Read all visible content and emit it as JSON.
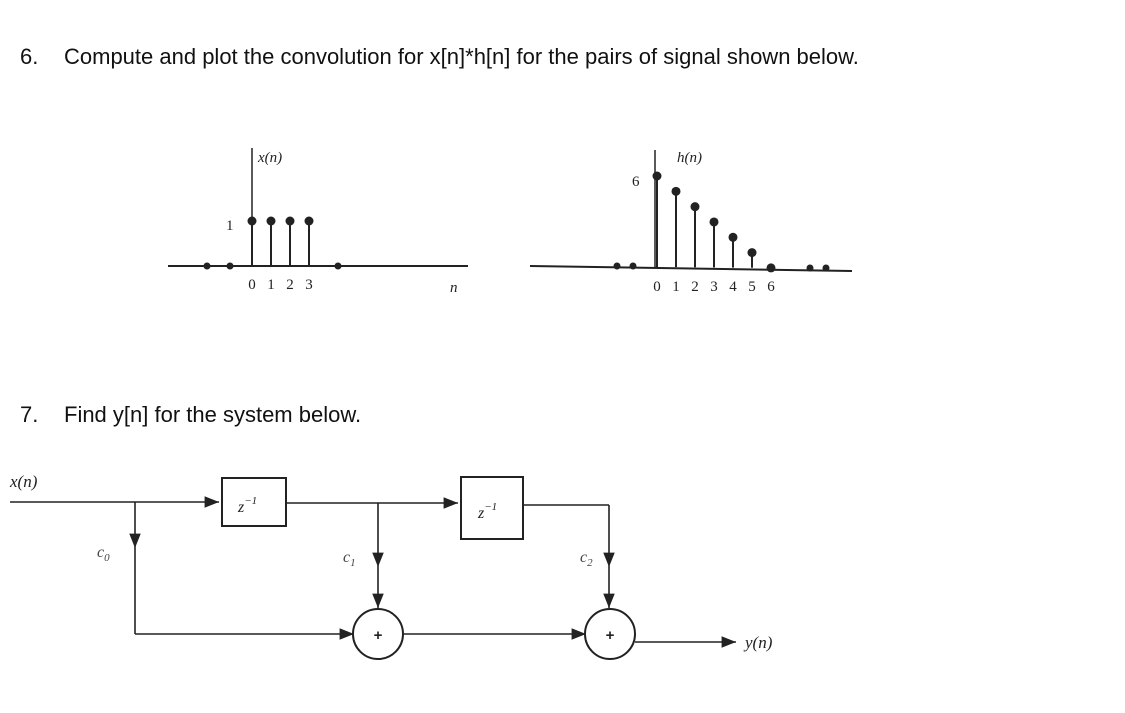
{
  "q6": {
    "number": "6.",
    "text": "Compute and plot the convolution for x[n]*h[n] for the pairs of signal shown below."
  },
  "q7": {
    "number": "7.",
    "text": "Find y[n] for the system below."
  },
  "plot_x": {
    "label": "x(n)",
    "ytick": "1",
    "axis_var": "n",
    "ticks": [
      "0",
      "1",
      "2",
      "3"
    ],
    "values": [
      1,
      1,
      1,
      1
    ]
  },
  "plot_h": {
    "label": "h(n)",
    "ytick": "6",
    "ticks": [
      "0",
      "1",
      "2",
      "3",
      "4",
      "5",
      "6"
    ],
    "values": [
      6,
      5,
      4,
      3,
      2,
      1,
      0
    ]
  },
  "diagram": {
    "input": "x(n)",
    "output": "y(n)",
    "delay1": "z",
    "delay1_exp": "−1",
    "delay2": "z",
    "delay2_exp": "−1",
    "coef0": "c",
    "coef0_sub": "0",
    "coef1": "c",
    "coef1_sub": "1",
    "coef2": "c",
    "coef2_sub": "2",
    "adder_symbol": "+"
  }
}
